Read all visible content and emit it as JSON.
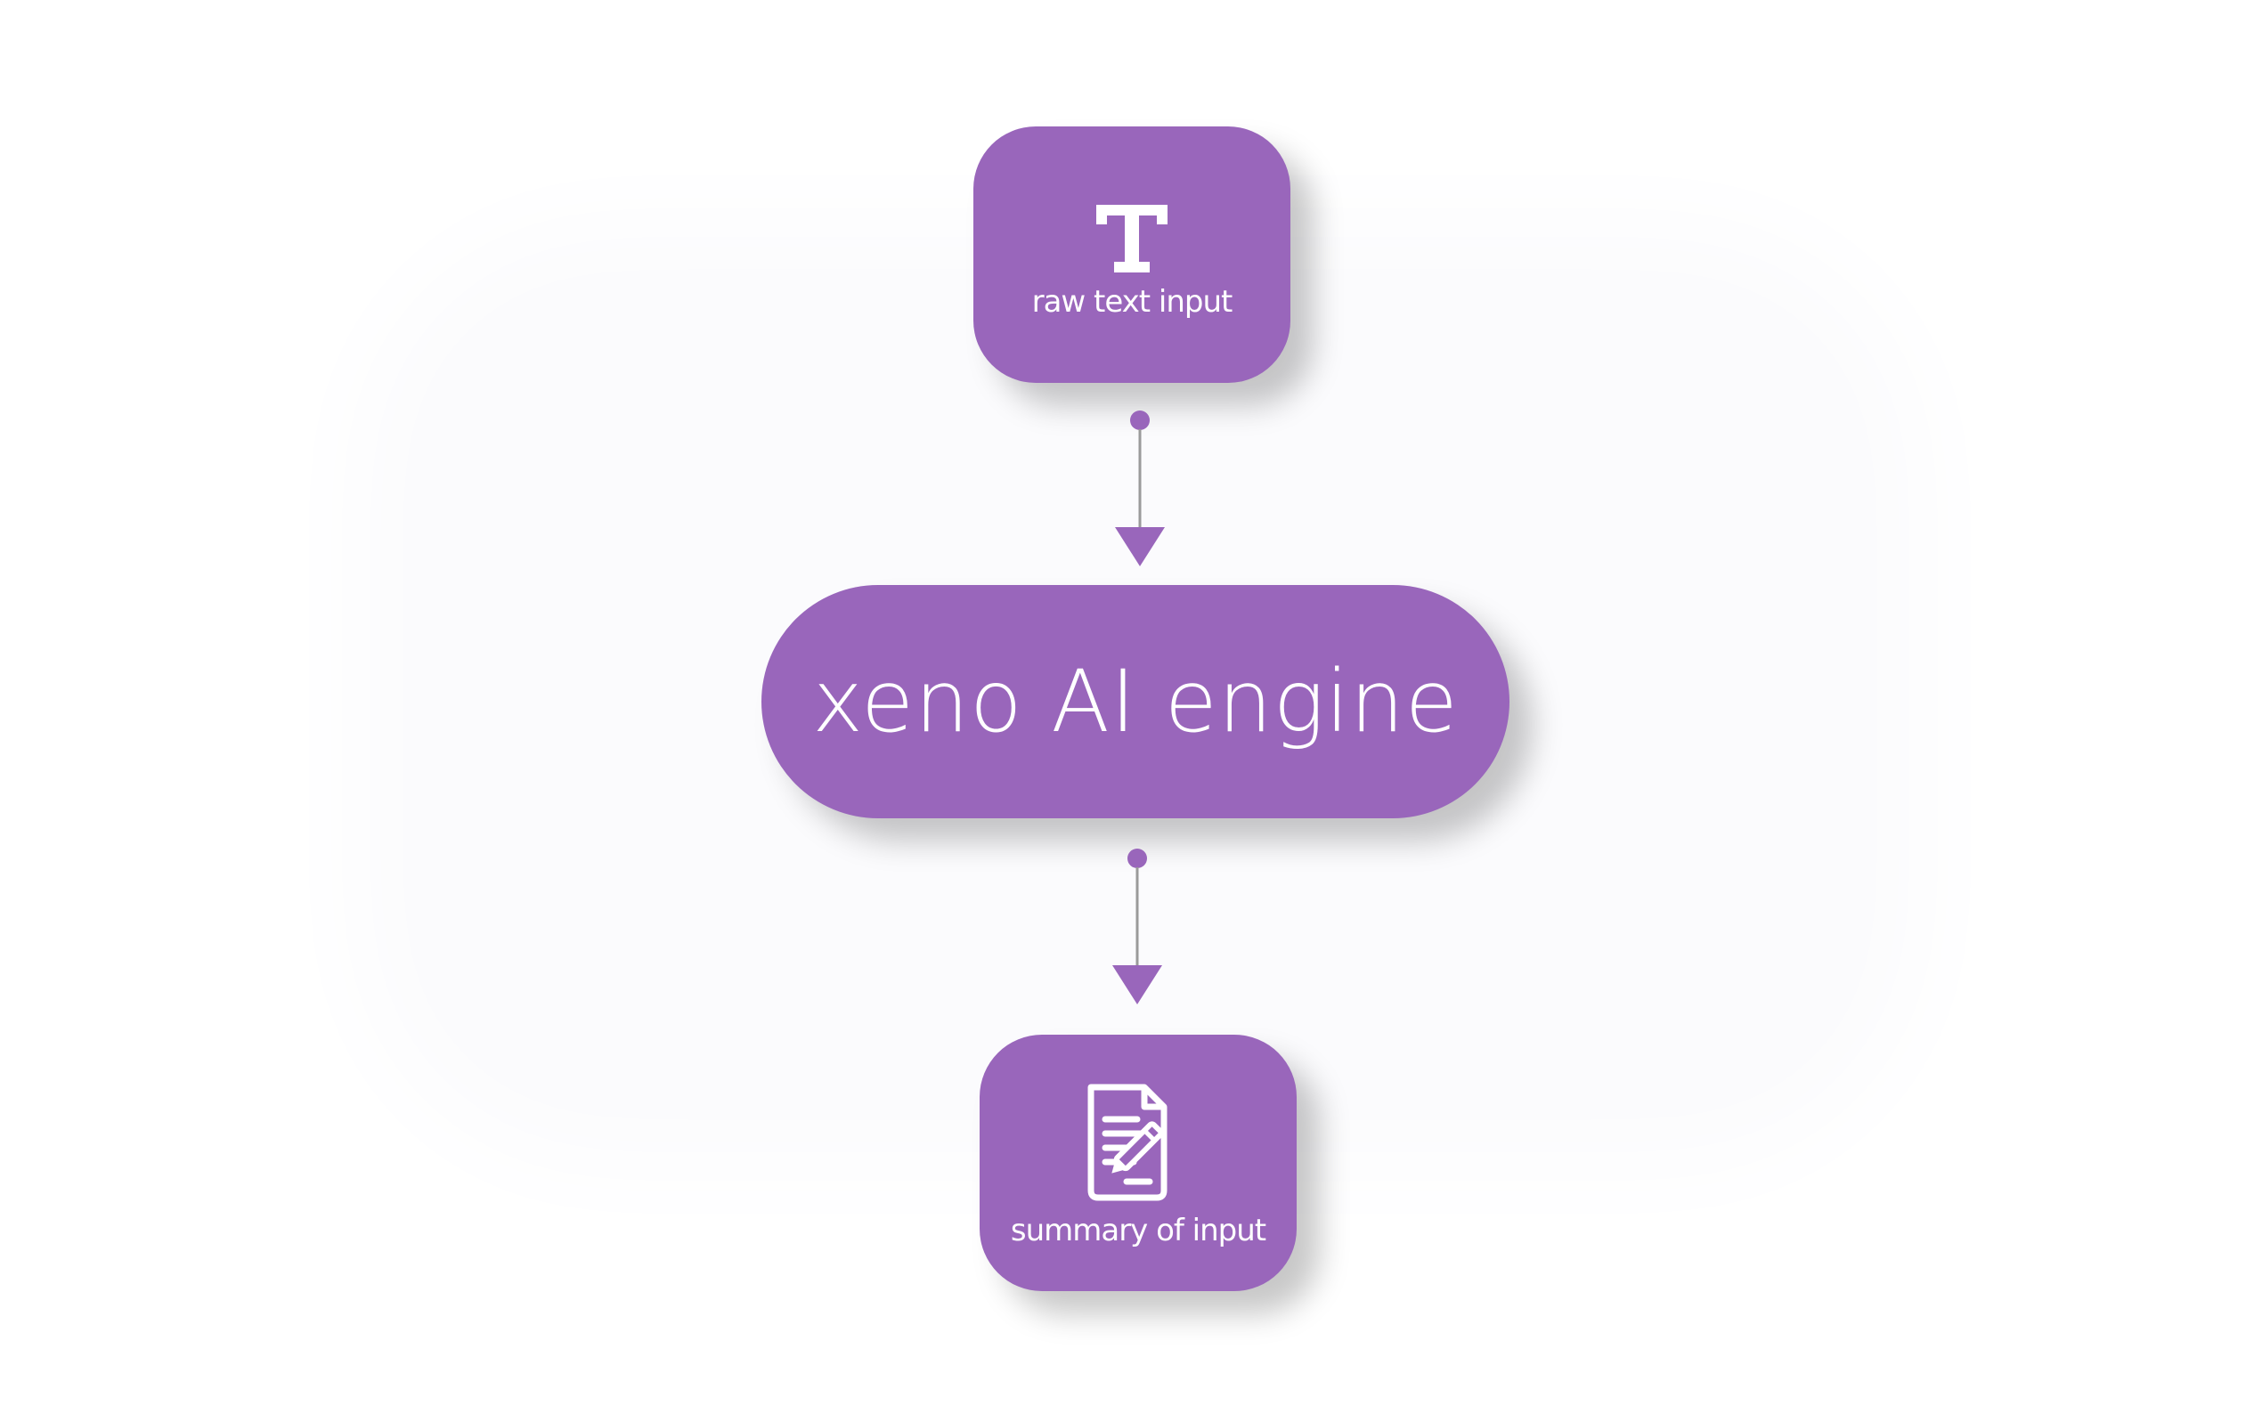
{
  "diagram": {
    "nodes": {
      "input": {
        "label": "raw text input",
        "icon": "text-t-icon"
      },
      "engine": {
        "label": "xeno AI engine"
      },
      "summary": {
        "label": "summary of input",
        "icon": "document-edit-icon"
      }
    },
    "edges": [
      {
        "from": "input",
        "to": "engine"
      },
      {
        "from": "engine",
        "to": "summary"
      }
    ]
  },
  "colors": {
    "node": "#9966bb",
    "node_text": "#ffffff",
    "connector_line": "#9a9a9a",
    "connector_arrow": "#9966bb"
  }
}
